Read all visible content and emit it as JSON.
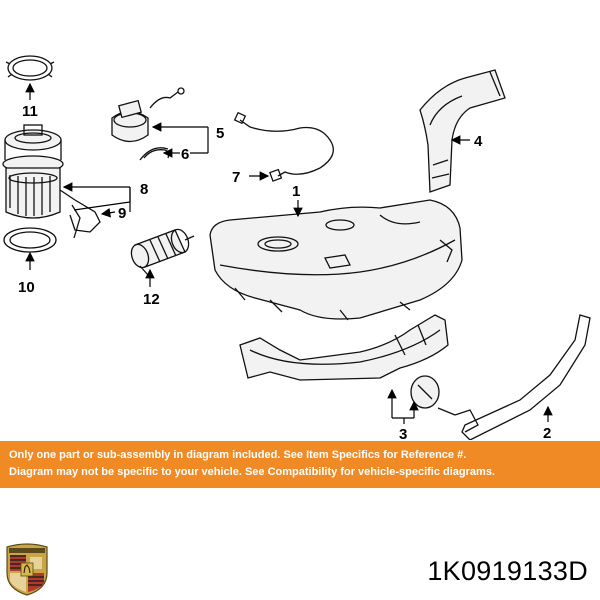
{
  "callouts": {
    "c1": "1",
    "c2": "2",
    "c3": "3",
    "c4": "4",
    "c5": "5",
    "c6": "6",
    "c7": "7",
    "c8": "8",
    "c9": "9",
    "c10": "10",
    "c11": "11",
    "c12": "12"
  },
  "notice": {
    "line1": "Only one part or sub-assembly in diagram included. See Item Specifics for Reference #.",
    "line2": "Diagram may not be specific to your vehicle. See Compatibility for vehicle-specific diagrams."
  },
  "part_number": "1K0919133D",
  "brand": {
    "logo_icon": "porsche-crest-icon"
  },
  "colors": {
    "banner": "#f08a24",
    "banner_text": "#ffffff",
    "line": "#111111"
  }
}
